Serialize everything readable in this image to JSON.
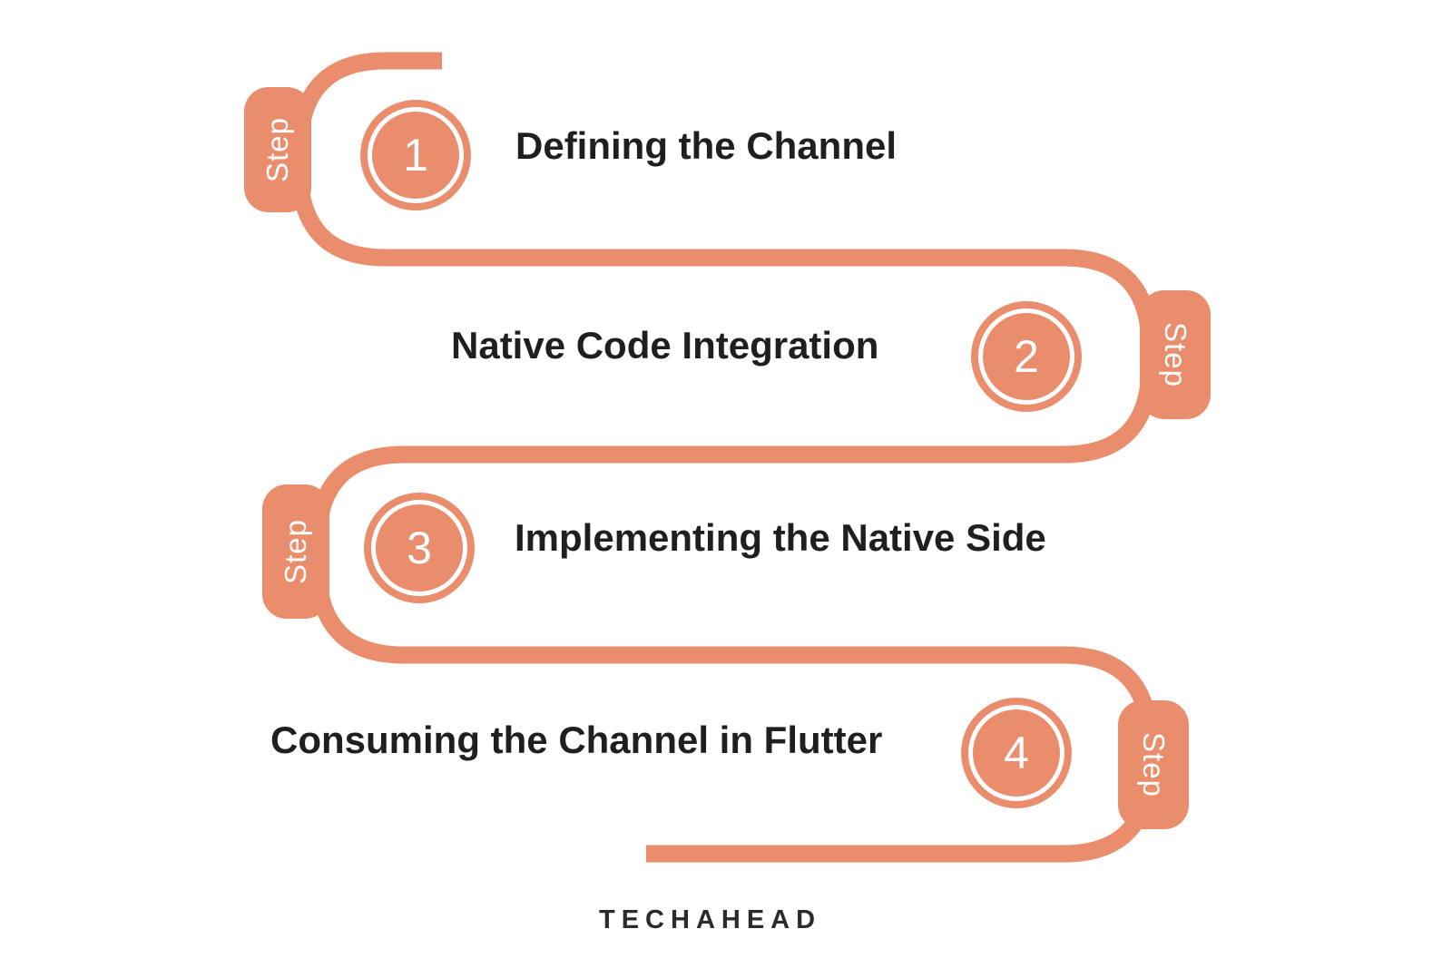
{
  "canvas": {
    "background": "#ffffff",
    "accent_color": "#E98D6D",
    "title_color": "#1f1f1f"
  },
  "steps": [
    {
      "label": "Step",
      "number": "1",
      "title": "Defining the Channel",
      "side": "left"
    },
    {
      "label": "Step",
      "number": "2",
      "title": "Native Code Integration",
      "side": "right"
    },
    {
      "label": "Step",
      "number": "3",
      "title": "Implementing the Native Side",
      "side": "left"
    },
    {
      "label": "Step",
      "number": "4",
      "title": "Consuming the Channel in Flutter",
      "side": "right"
    }
  ],
  "footer": {
    "brand": "TECHAHEAD"
  }
}
